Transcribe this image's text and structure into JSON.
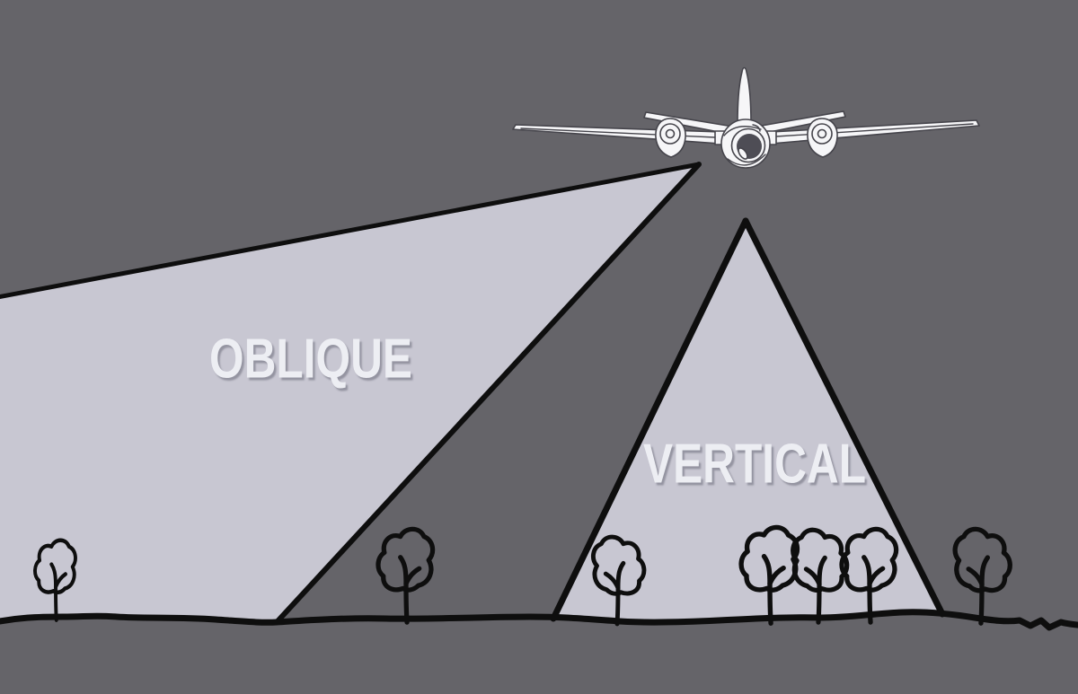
{
  "diagram": {
    "labels": {
      "oblique": "OBLIQUE",
      "vertical": "VERTICAL"
    },
    "objects": {
      "airplane_icon": "twin-engine-aircraft-front-view",
      "oblique_beam": "oblique-camera-field-of-view",
      "vertical_beam": "vertical-camera-field-of-view",
      "ground_line": "hand-drawn-horizon-line",
      "tree_count": 7
    },
    "colors": {
      "background": "#656469",
      "beam_fill": "#c8c7d2",
      "outline": "#0e0e0e",
      "airplane_fill": "#f6f6f8",
      "airplane_outline": "#45444b",
      "label_text": "#edeef3"
    }
  }
}
